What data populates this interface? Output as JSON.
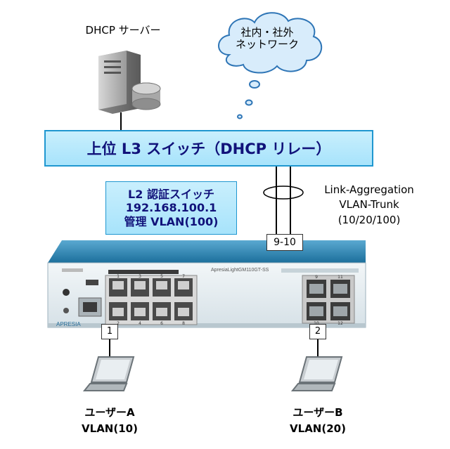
{
  "dhcp_server": {
    "label": "DHCP サーバー",
    "icon": "server-icon"
  },
  "internet_cloud": {
    "line1": "社内・社外",
    "line2": "ネットワーク",
    "icon": "cloud-icon"
  },
  "l3_switch": {
    "label": "上位 L3 スイッチ（DHCP リレー）"
  },
  "l2_switch": {
    "line1": "L2 認証スイッチ",
    "line2": "192.168.100.1",
    "line3": "管理 VLAN(100)",
    "brand": "APRESIA",
    "model": "ApresiaLightGM110GT-SS",
    "port_numbers": [
      "1",
      "3",
      "5",
      "7",
      "2",
      "4",
      "6",
      "8"
    ],
    "sfp_numbers": [
      "9",
      "11",
      "10",
      "12"
    ]
  },
  "uplink": {
    "ports": "9-10",
    "line1": "Link-Aggregation",
    "line2": "VLAN-Trunk",
    "line3": "(10/20/100)"
  },
  "port_a": "1",
  "port_b": "2",
  "user_a": {
    "name": "ユーザーA",
    "vlan": "VLAN(10)",
    "icon": "laptop-icon"
  },
  "user_b": {
    "name": "ユーザーB",
    "vlan": "VLAN(20)",
    "icon": "laptop-icon"
  },
  "colors": {
    "box_fill": "#b3e7fc",
    "box_border": "#1f97d0",
    "box_text": "#11127a",
    "switch_body": "#e4edf2",
    "switch_top": "#2a86b4"
  }
}
